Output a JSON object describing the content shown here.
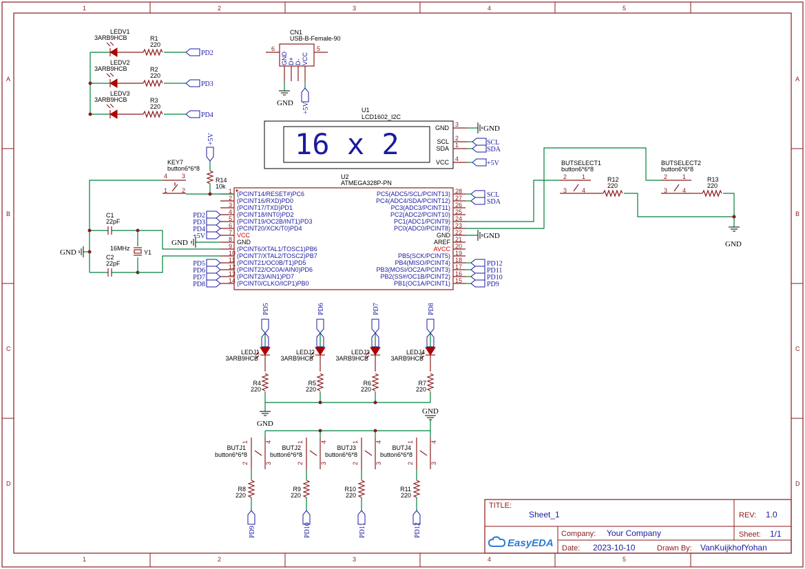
{
  "zones": {
    "columns": [
      "1",
      "2",
      "3",
      "4",
      "5"
    ],
    "rows": [
      "A",
      "B",
      "C",
      "D"
    ]
  },
  "title_block": {
    "title_label": "TITLE:",
    "title": "Sheet_1",
    "rev_label": "REV:",
    "rev": "1.0",
    "company_label": "Company:",
    "company": "Your Company",
    "sheet_label": "Sheet:",
    "sheet": "1/1",
    "date_label": "Date:",
    "date": "2023-10-10",
    "drawn_label": "Drawn By:",
    "drawn": "VanKuijkhofYohan",
    "logo_text": "EasyEDA"
  },
  "ground_text": "GND",
  "power_text": "+5V",
  "leds_v": [
    {
      "ref": "LEDV1",
      "part": "3ARB9HCB",
      "res": "R1",
      "val": "220",
      "net": "PD2"
    },
    {
      "ref": "LEDV2",
      "part": "3ARB9HCB",
      "res": "R2",
      "val": "220",
      "net": "PD3"
    },
    {
      "ref": "LEDV3",
      "part": "3ARB9HCB",
      "res": "R3",
      "val": "220",
      "net": "PD4"
    }
  ],
  "usb": {
    "ref": "CN1",
    "part": "USB-B-Female-90",
    "pin_left": "6",
    "pin_right": "5",
    "pins": [
      "GND",
      "D+",
      "D-",
      "VCC"
    ]
  },
  "lcd": {
    "ref": "U1",
    "part": "LCD1602_I2C",
    "display": "16 x 2",
    "pins": [
      {
        "name": "GND",
        "num": "3",
        "net": "GND"
      },
      {
        "name": "SCL",
        "num": "2",
        "net": "SCL"
      },
      {
        "name": "SDA",
        "num": "1",
        "net": "SDA"
      },
      {
        "name": "VCC",
        "num": "4",
        "net": "+5V"
      }
    ]
  },
  "mcu": {
    "ref": "U2",
    "part": "ATMEGA328P-PN",
    "left_pins": [
      {
        "num": "1",
        "name": "(PCINT14/RESET#)PC6",
        "net": ""
      },
      {
        "num": "2",
        "name": "(PCINT16/RXD)PD0",
        "net": ""
      },
      {
        "num": "3",
        "name": "(PCINT17/TXD)PD1",
        "net": ""
      },
      {
        "num": "4",
        "name": "(PCINT18/INT0)PD2",
        "net": "PD2"
      },
      {
        "num": "5",
        "name": "(PCINT19/OC2B/INT1)PD3",
        "net": "PD3"
      },
      {
        "num": "6",
        "name": "(PCINT20/XCK/T0)PD4",
        "net": "PD4"
      },
      {
        "num": "7",
        "name": "VCC",
        "net": "+5V"
      },
      {
        "num": "8",
        "name": "GND",
        "net": ""
      },
      {
        "num": "9",
        "name": "(PCINT6/XTAL1/TOSC1)PB6",
        "net": ""
      },
      {
        "num": "10",
        "name": "(PCINT7/XTAL2/TOSC2)PB7",
        "net": ""
      },
      {
        "num": "11",
        "name": "(PCINT21/OC0B/T1)PD5",
        "net": "PD5"
      },
      {
        "num": "12",
        "name": "(PCINT22/OC0A/AIN0)PD6",
        "net": "PD6"
      },
      {
        "num": "13",
        "name": "(PCINT23/AIN1)PD7",
        "net": "PD7"
      },
      {
        "num": "14",
        "name": "(PCINT0/CLKO/ICP1)PB0",
        "net": "PD8"
      }
    ],
    "right_pins": [
      {
        "num": "28",
        "name": "PC5(ADC5/SCL/PCINT13)",
        "net": "SCL"
      },
      {
        "num": "27",
        "name": "PC4(ADC4/SDA/PCINT12)",
        "net": "SDA"
      },
      {
        "num": "26",
        "name": "PC3(ADC3/PCINT11)",
        "net": ""
      },
      {
        "num": "25",
        "name": "PC2(ADC2/PCINT10)",
        "net": ""
      },
      {
        "num": "24",
        "name": "PC1(ADC1/PCINT9)",
        "net": ""
      },
      {
        "num": "23",
        "name": "PC0(ADC0/PCINT8)",
        "net": ""
      },
      {
        "num": "22",
        "name": "GND",
        "net": "GND"
      },
      {
        "num": "21",
        "name": "AREF",
        "net": ""
      },
      {
        "num": "20",
        "name": "AVCC",
        "net": ""
      },
      {
        "num": "19",
        "name": "PB5(SCK/PCINT5)",
        "net": ""
      },
      {
        "num": "18",
        "name": "PB4(MISO/PCINT4)",
        "net": "PD12"
      },
      {
        "num": "17",
        "name": "PB3(MOSI/OC2A/PCINT3)",
        "net": "PD11"
      },
      {
        "num": "16",
        "name": "PB2(SS#/OC1B/PCINT2)",
        "net": "PD10"
      },
      {
        "num": "15",
        "name": "PB1(OC1A/PCINT1)",
        "net": "PD9"
      }
    ]
  },
  "key7": {
    "ref": "KEY7",
    "part": "button6*6*8",
    "pins": [
      "4",
      "3",
      "1",
      "2"
    ]
  },
  "r14": {
    "ref": "R14",
    "val": "10k"
  },
  "caps": [
    {
      "ref": "C1",
      "val": "22pF"
    },
    {
      "ref": "C2",
      "val": "22pF"
    }
  ],
  "crystal": {
    "ref": "Y1",
    "val": "16MHz"
  },
  "butselect": [
    {
      "ref": "BUTSELECT1",
      "part": "button6*6*8",
      "pins": [
        "2",
        "1",
        "3",
        "4"
      ],
      "res": "R12",
      "val": "220"
    },
    {
      "ref": "BUTSELECT2",
      "part": "button6*6*8",
      "pins": [
        "2",
        "1",
        "3",
        "4"
      ],
      "res": "R13",
      "val": "220"
    }
  ],
  "leds_j": [
    {
      "ref": "LEDJ1",
      "part": "3ARB9HCB",
      "net": "PD5",
      "res": "R4",
      "val": "220"
    },
    {
      "ref": "LEDJ2",
      "part": "3ARB9HCB",
      "net": "PD6",
      "res": "R5",
      "val": "220"
    },
    {
      "ref": "LEDJ3",
      "part": "3ARB9HCB",
      "net": "PD7",
      "res": "R6",
      "val": "220"
    },
    {
      "ref": "LEDJ4",
      "part": "3ARB9HCB",
      "net": "PD8",
      "res": "R7",
      "val": "220"
    }
  ],
  "butj": [
    {
      "ref": "BUTJ1",
      "part": "button6*6*8",
      "pins": [
        "1",
        "4",
        "2",
        "3"
      ],
      "res": "R8",
      "val": "220",
      "net": "PD9"
    },
    {
      "ref": "BUTJ2",
      "part": "button6*6*8",
      "pins": [
        "1",
        "4",
        "2",
        "3"
      ],
      "res": "R9",
      "val": "220",
      "net": "PD10"
    },
    {
      "ref": "BUTJ3",
      "part": "button6*6*8",
      "pins": [
        "1",
        "4",
        "2",
        "3"
      ],
      "res": "R10",
      "val": "220",
      "net": "PD11"
    },
    {
      "ref": "BUTJ4",
      "part": "button6*6*8",
      "pins": [
        "1",
        "4",
        "2",
        "3"
      ],
      "res": "R11",
      "val": "220",
      "net": "PD12"
    }
  ]
}
